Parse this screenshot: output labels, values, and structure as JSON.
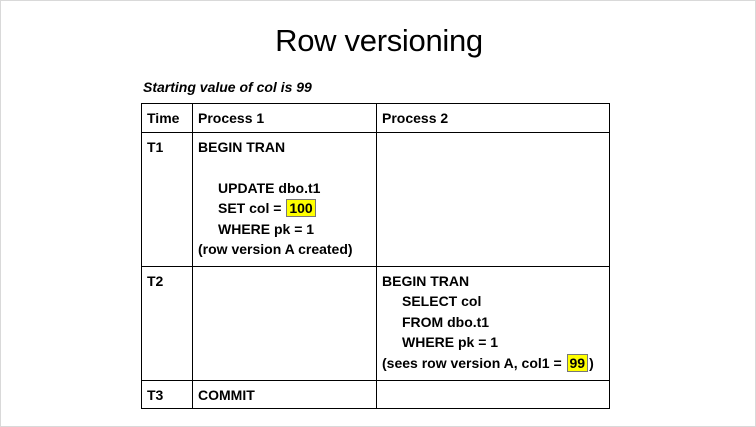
{
  "slide": {
    "title": "Row versioning",
    "subtitle": "Starting value of col is 99"
  },
  "table": {
    "headers": [
      "Time",
      "Process 1",
      "Process 2"
    ],
    "rows": [
      {
        "time": "T1",
        "p1": {
          "line1": "BEGIN TRAN",
          "line2": "UPDATE dbo.t1",
          "line3_prefix": "SET col = ",
          "line3_value": "100",
          "line4": "WHERE pk = 1",
          "line5": "(row version A created)"
        },
        "p2": ""
      },
      {
        "time": "T2",
        "p1": "",
        "p2": {
          "line1": "BEGIN TRAN",
          "line2": "SELECT col",
          "line3": "FROM dbo.t1",
          "line4": "WHERE pk = 1",
          "line5_prefix": "(sees row version A, col1 =",
          "line5_value": "99",
          "line5_suffix": ")"
        }
      },
      {
        "time": "T3",
        "p1": "COMMIT",
        "p2": ""
      }
    ]
  },
  "colors": {
    "highlight": "#ffff00",
    "text": "#000000",
    "border": "#000000"
  }
}
